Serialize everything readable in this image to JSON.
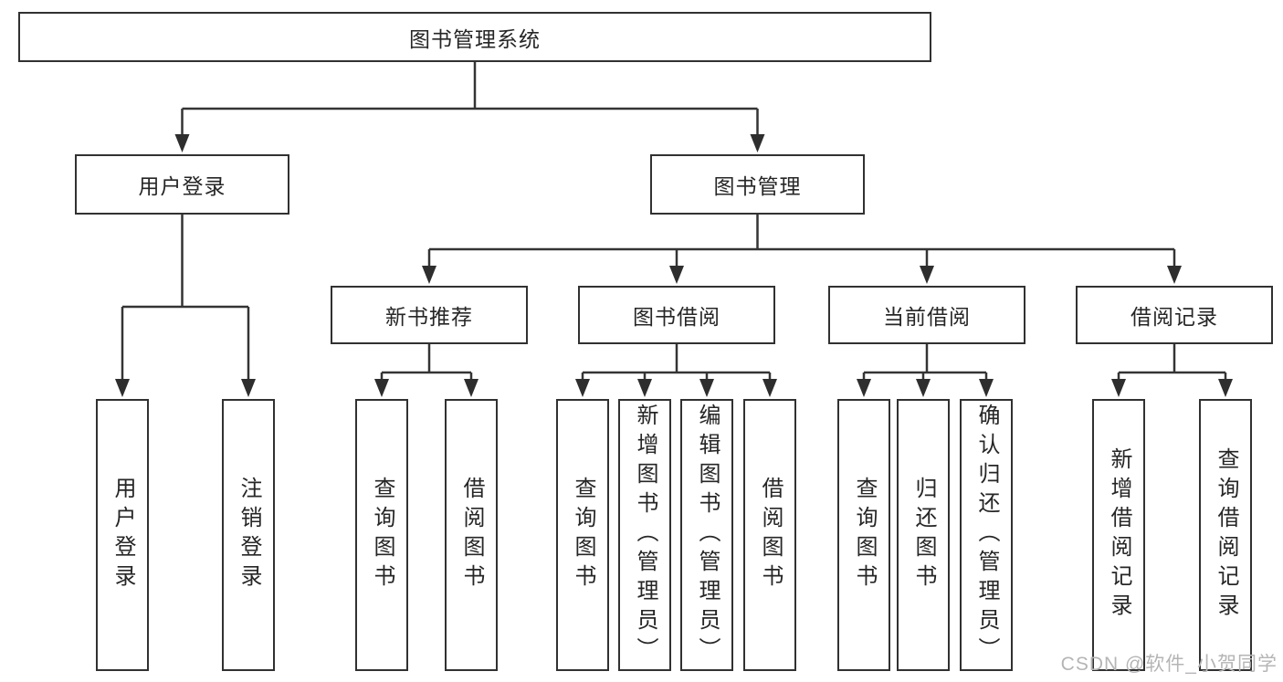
{
  "diagram": {
    "root": {
      "label": "图书管理系统"
    },
    "level2": [
      {
        "label": "用户登录"
      },
      {
        "label": "图书管理"
      }
    ],
    "level3": [
      {
        "label": "新书推荐"
      },
      {
        "label": "图书借阅"
      },
      {
        "label": "当前借阅"
      },
      {
        "label": "借阅记录"
      }
    ],
    "leaves": {
      "user_login": [
        {
          "label": "用户登录"
        },
        {
          "label": "注销登录"
        }
      ],
      "new_books": [
        {
          "label": "查询图书"
        },
        {
          "label": "借阅图书"
        }
      ],
      "book_borrow": [
        {
          "label": "查询图书"
        },
        {
          "label": "新增图书（管理员）"
        },
        {
          "label": "编辑图书（管理员）"
        },
        {
          "label": "借阅图书"
        }
      ],
      "current_borrow": [
        {
          "label": "查询图书"
        },
        {
          "label": "归还图书"
        },
        {
          "label": "确认归还（管理员）"
        }
      ],
      "borrow_records": [
        {
          "label": "新增借阅记录"
        },
        {
          "label": "查询借阅记录"
        }
      ]
    }
  },
  "watermark": {
    "text": "CSDN @软件_小贺同学"
  },
  "colors": {
    "line": "#343434",
    "box_border": "#313131",
    "text": "#262626",
    "watermark": "#b5b5b5",
    "background": "#ffffff"
  }
}
